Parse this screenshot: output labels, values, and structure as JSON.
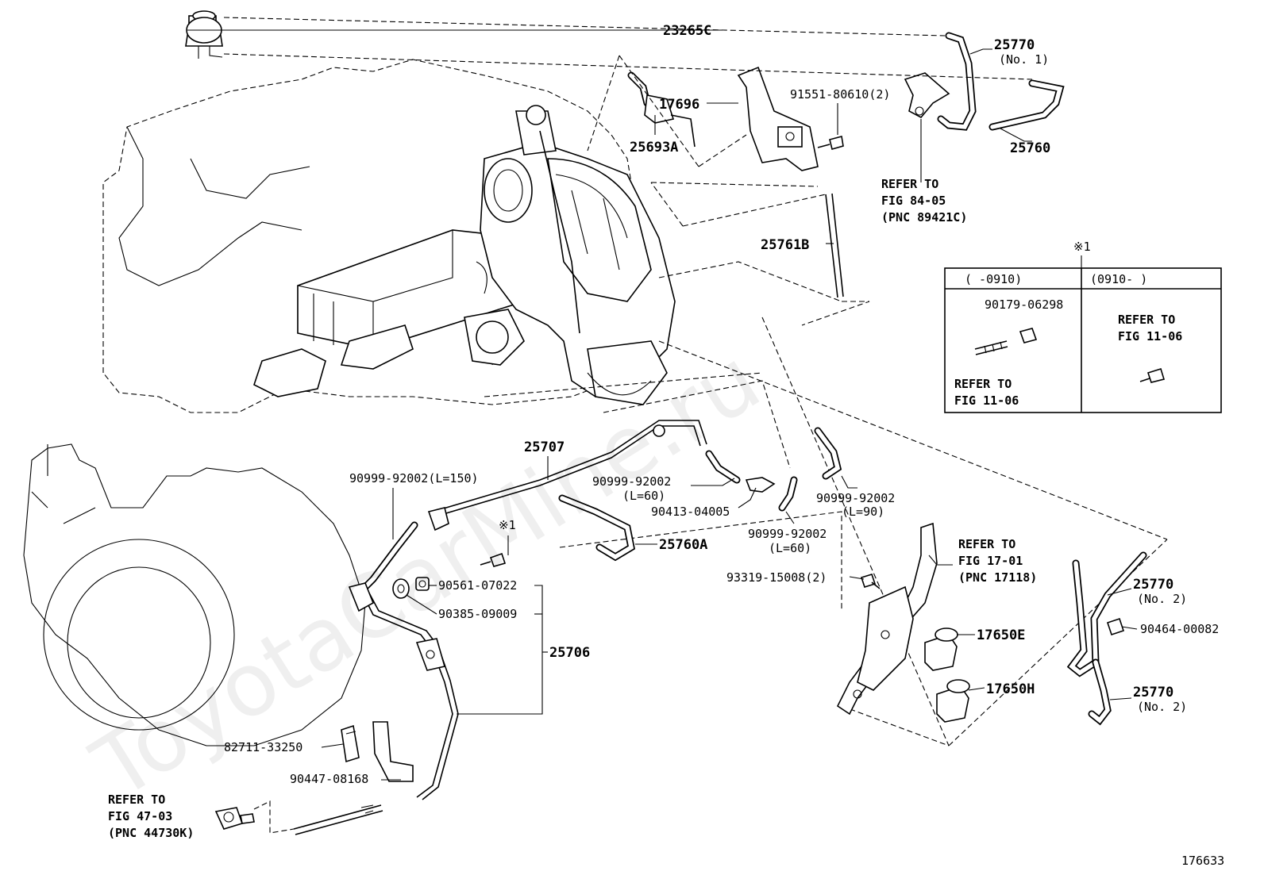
{
  "diagram": {
    "figure_number": "176633",
    "watermark": "ToyotaCarMine.ru",
    "parts": {
      "p23265C": "23265C",
      "p25770_1": "25770",
      "p25770_1_note": "(No. 1)",
      "p17696": "17696",
      "p91551": "91551-80610(2)",
      "p25693A": "25693A",
      "p25760": "25760",
      "p25761B": "25761B",
      "p25707": "25707",
      "p90999_150": "90999-92002(L=150)",
      "p90999_60a": "90999-92002",
      "p90999_60a_note": "(L=60)",
      "p90413": "90413-04005",
      "p90999_90": "90999-92002",
      "p90999_90_note": "(L=90)",
      "p90999_60b": "90999-92002",
      "p90999_60b_note": "(L=60)",
      "p25760A": "25760A",
      "note_mark": "※1",
      "p90561": "90561-07022",
      "p90385": "90385-09009",
      "p25706": "25706",
      "p82711": "82711-33250",
      "p90447": "90447-08168",
      "p93319": "93319-15008(2)",
      "p25770_2a": "25770",
      "p25770_2a_note": "(No. 2)",
      "p90464": "90464-00082",
      "p17650E": "17650E",
      "p17650H": "17650H",
      "p25770_2b": "25770",
      "p25770_2b_note": "(No. 2)"
    },
    "refs": {
      "fig84_l1": "REFER TO",
      "fig84_l2": "FIG 84-05",
      "fig84_l3": "(PNC 89421C)",
      "fig17_l1": "REFER TO",
      "fig17_l2": "FIG 17-01",
      "fig17_l3": "(PNC 17118)",
      "fig47_l1": "REFER TO",
      "fig47_l2": "FIG 47-03",
      "fig47_l3": "(PNC 44730K)"
    },
    "inset": {
      "note_mark": "※1",
      "col1_header": "(     -0910)",
      "col2_header": "(0910-     )",
      "col1_part": "90179-06298",
      "col1_ref_l1": "REFER TO",
      "col1_ref_l2": "FIG 11-06",
      "col2_ref_l1": "REFER TO",
      "col2_ref_l2": "FIG 11-06"
    }
  }
}
